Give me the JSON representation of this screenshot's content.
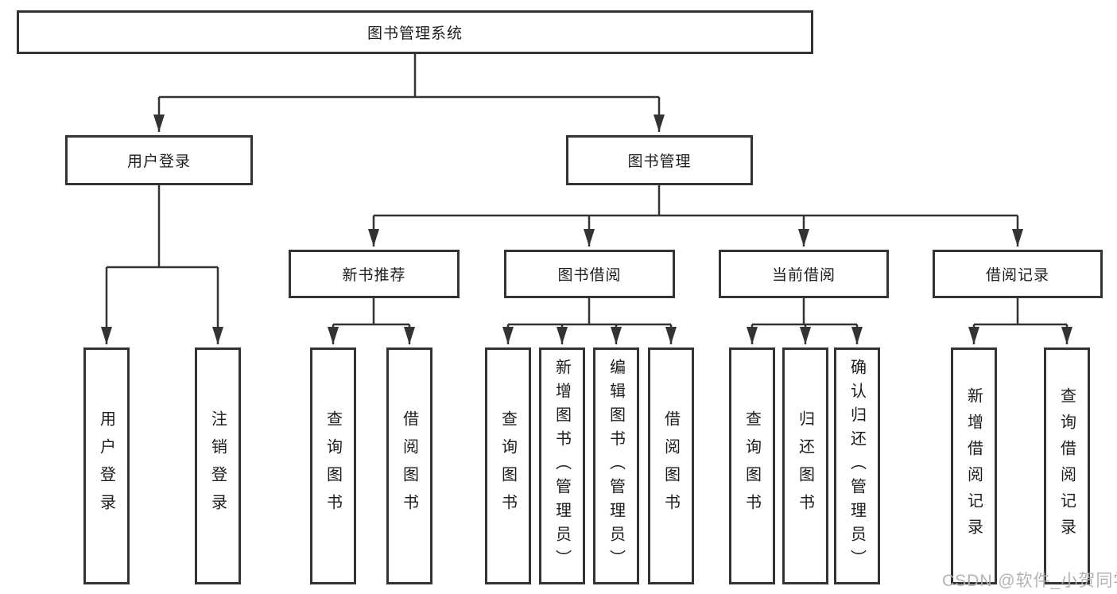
{
  "diagram": {
    "root": {
      "label": "图书管理系统"
    },
    "level2": [
      {
        "label": "用户登录"
      },
      {
        "label": "图书管理"
      }
    ],
    "level3": [
      {
        "label": "新书推荐"
      },
      {
        "label": "图书借阅"
      },
      {
        "label": "当前借阅"
      },
      {
        "label": "借阅记录"
      }
    ],
    "leaves": {
      "user": [
        "用户登录",
        "注销登录"
      ],
      "recommend": [
        "查询图书",
        "借阅图书"
      ],
      "borrow": [
        "查询图书",
        "新增图书（管理员）",
        "编辑图书（管理员）",
        "借阅图书"
      ],
      "current": [
        "查询图书",
        "归还图书",
        "确认归还（管理员）"
      ],
      "records": [
        "新增借阅记录",
        "查询借阅记录"
      ]
    }
  },
  "watermark": {
    "text": "CSDN @软件_小贺同学"
  },
  "colors": {
    "line": "#333333",
    "text": "#1c1c1c",
    "watermark": "#b3b3b3",
    "background": "#ffffff"
  }
}
